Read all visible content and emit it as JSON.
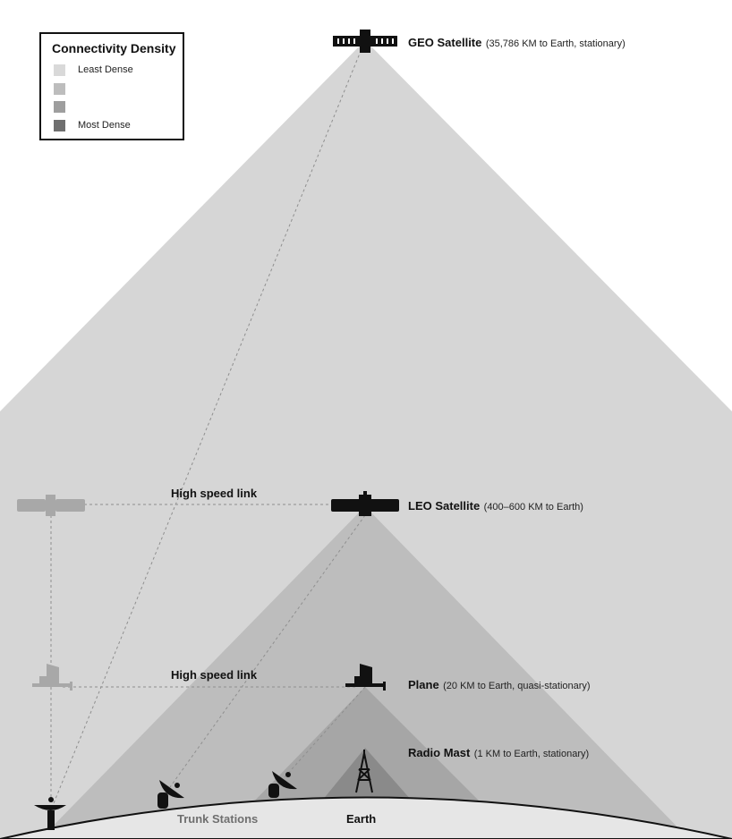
{
  "legend": {
    "title": "Connectivity Density",
    "items": [
      {
        "label": "Least Dense",
        "color": "#d9d9d9"
      },
      {
        "label": "",
        "color": "#bdbdbd"
      },
      {
        "label": "",
        "color": "#9e9e9e"
      },
      {
        "label": "Most Dense",
        "color": "#6f6f6f"
      }
    ]
  },
  "nodes": {
    "geo": {
      "name": "GEO Satellite",
      "detail": "(35,786 KM to Earth, stationary)"
    },
    "leo": {
      "name": "LEO Satellite",
      "detail": "(400–600 KM to Earth)"
    },
    "plane": {
      "name": "Plane",
      "detail": "(20 KM to Earth, quasi-stationary)"
    },
    "mast": {
      "name": "Radio Mast",
      "detail": "(1 KM to Earth, stationary)"
    }
  },
  "links": {
    "upper": "High speed link",
    "lower": "High speed link"
  },
  "ground": {
    "trunk": "Trunk Stations",
    "earth": "Earth"
  },
  "colors": {
    "geo_cone": "#d6d6d6",
    "leo_cone": "#bdbdbd",
    "plane_cone": "#a6a6a6",
    "mast_cone": "#8a8a8a",
    "earth": "#e6e6e6",
    "ghost": "#a8a8a8",
    "icon": "#111111"
  }
}
